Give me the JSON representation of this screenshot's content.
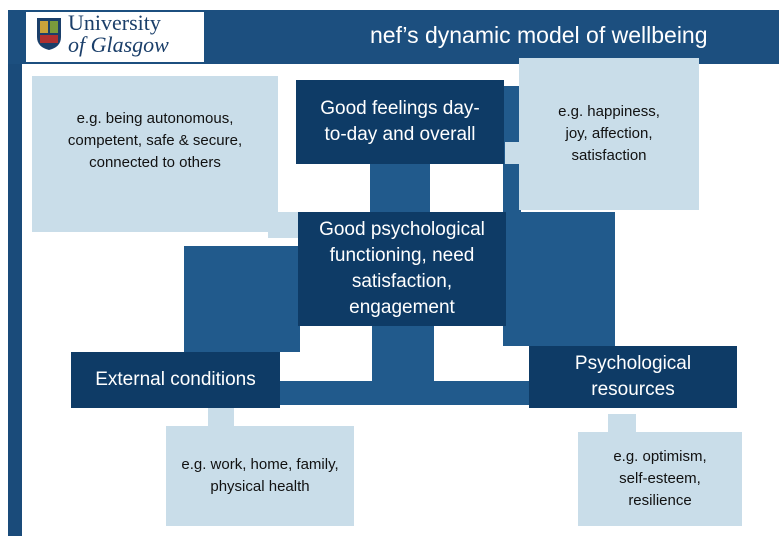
{
  "header": {
    "university_line1": "University",
    "university_line2": "of Glasgow",
    "title": "nef’s dynamic model of wellbeing"
  },
  "nodes": {
    "good_feelings": "Good feelings day-to-day and overall",
    "good_functioning": "Good psychological functioning, need satisfaction, engagement",
    "external_conditions": "External conditions",
    "psychological_resources": "Psychological resources"
  },
  "examples": {
    "functioning_examples": "e.g. being autonomous, competent, safe & secure, connected to others",
    "feelings_examples": "e.g. happiness, joy, affection, satisfaction",
    "external_examples": "e.g. work, home, family, physical health",
    "resources_examples": "e.g. optimism, self-esteem, resilience"
  },
  "colors": {
    "header": "#1c4f7f",
    "node_dark": "#0e3b66",
    "connector": "#215a8c",
    "callout": "#c9dde9"
  }
}
